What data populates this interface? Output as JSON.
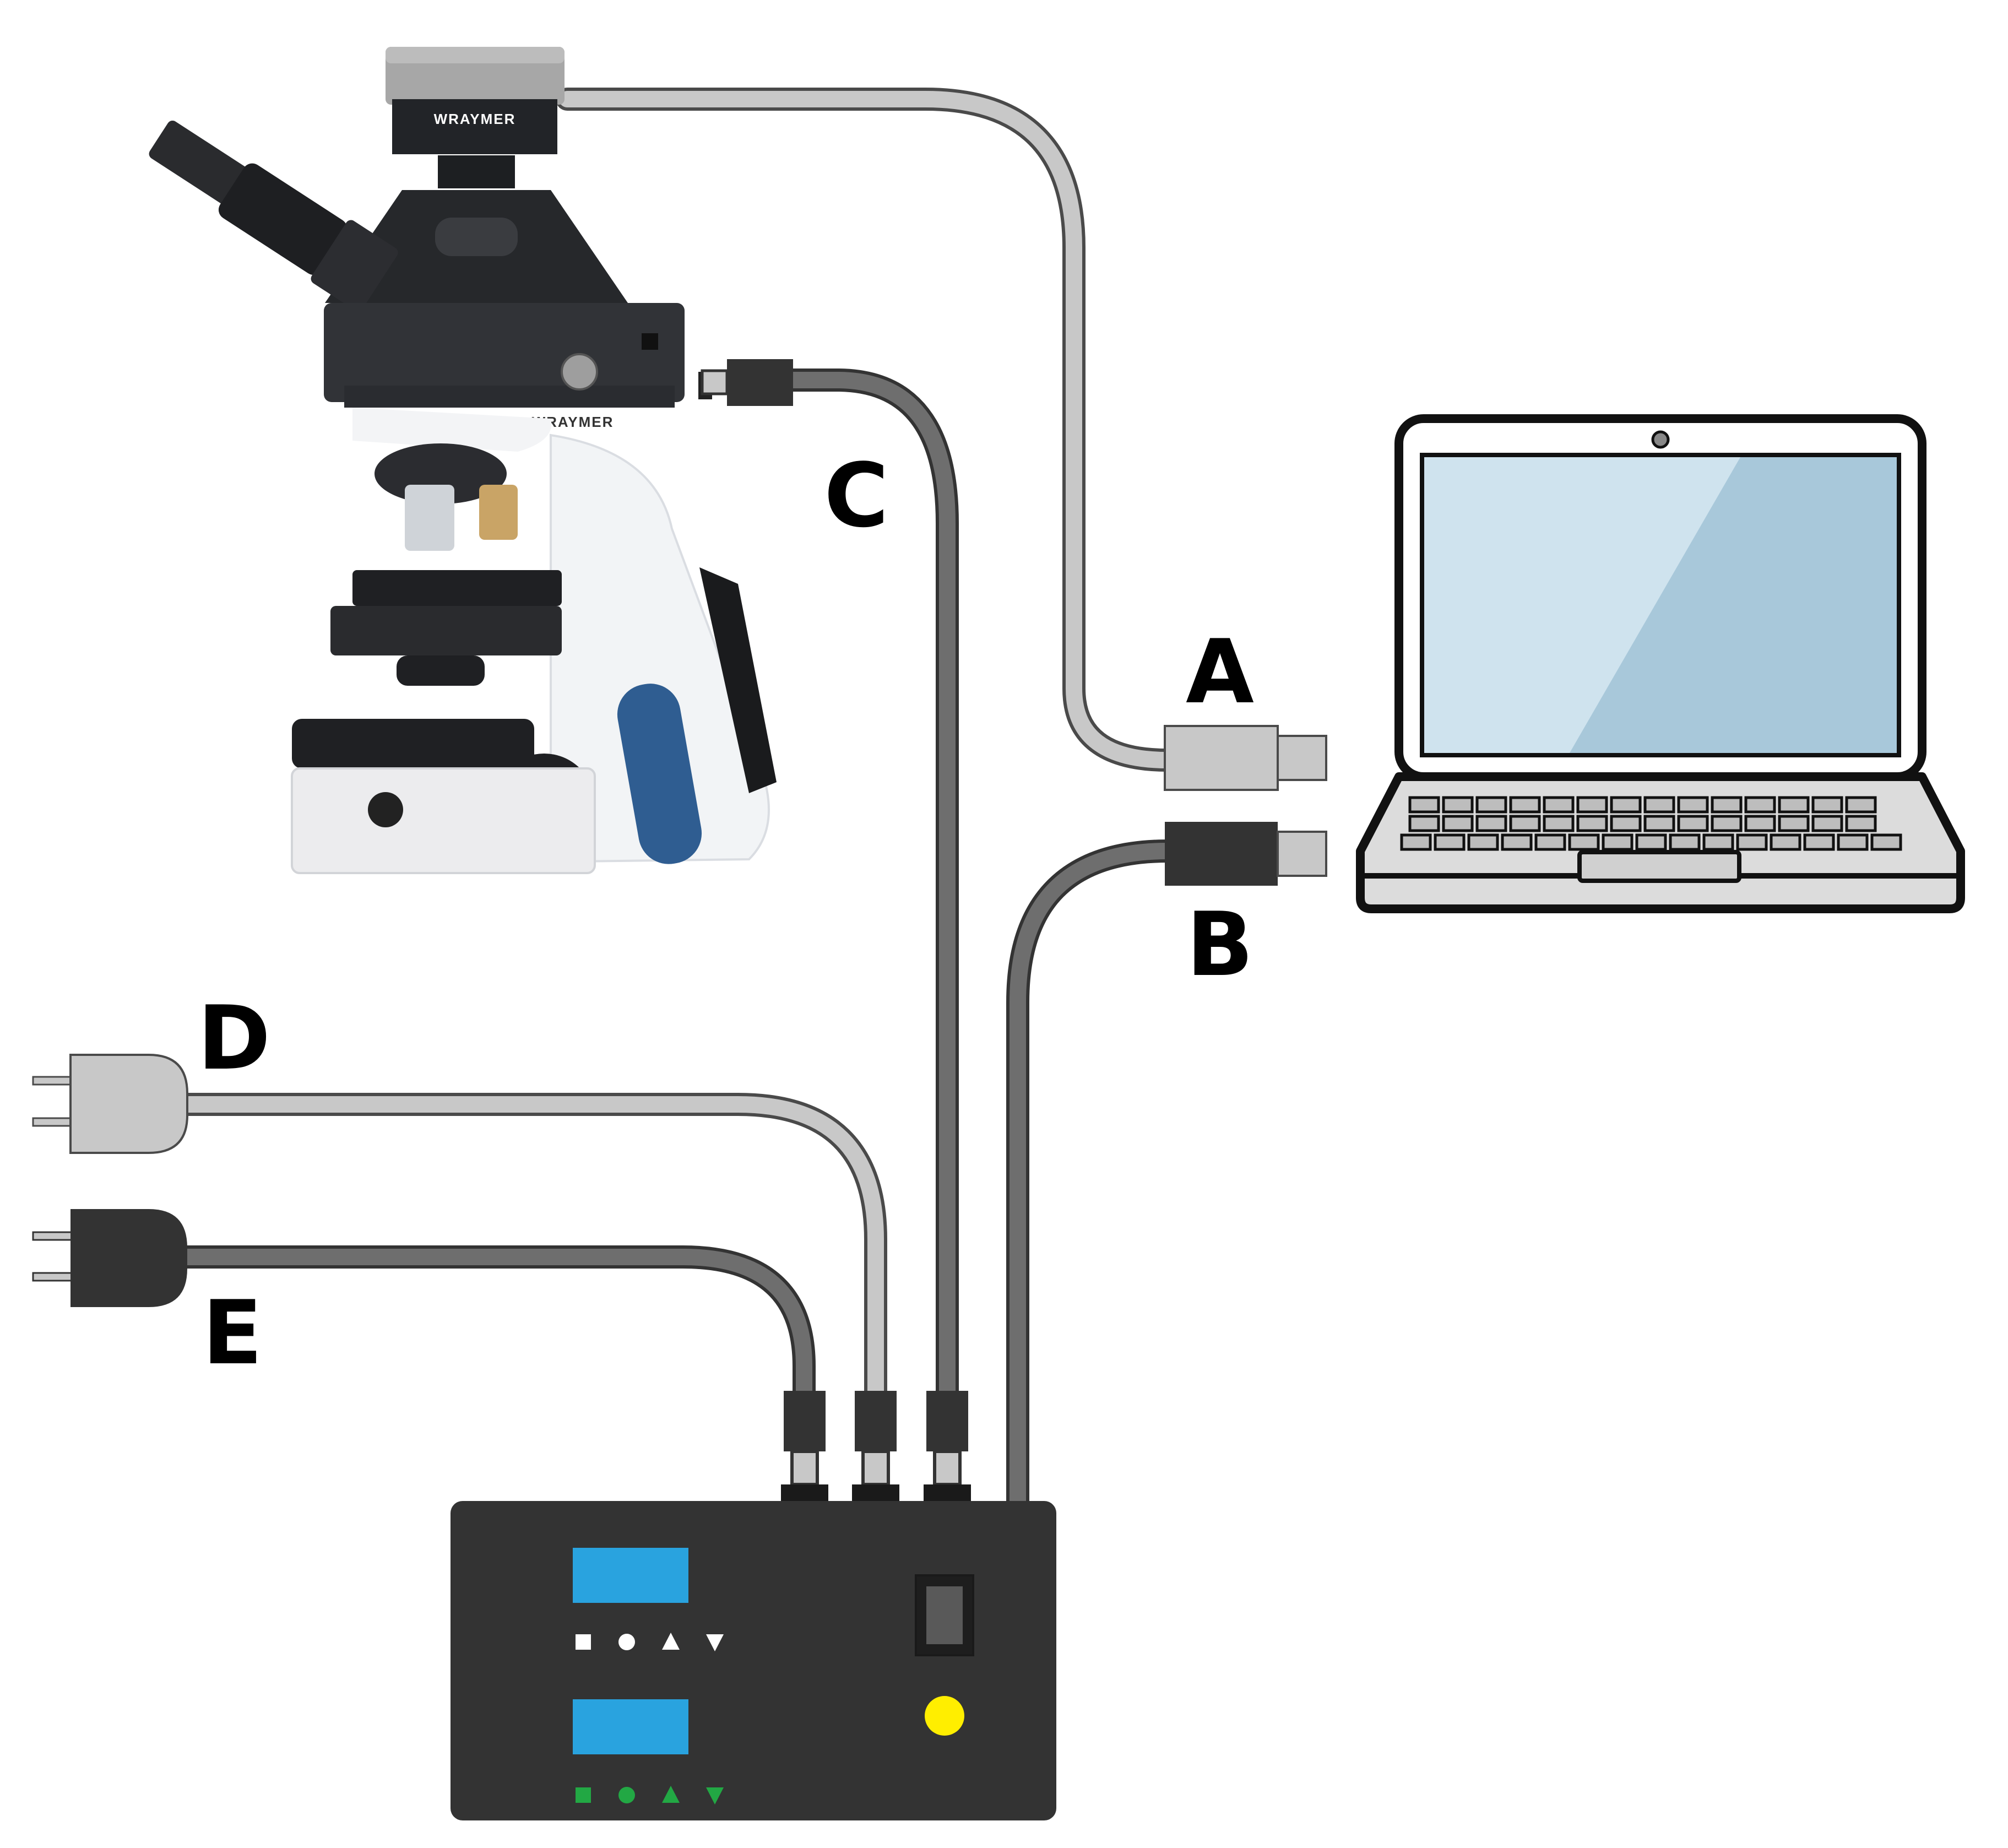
{
  "labels": {
    "a": "A",
    "b": "B",
    "c": "C",
    "d": "D",
    "e": "E"
  },
  "brand": {
    "camera": "WRAYMER",
    "microscope": "WRAYMER"
  },
  "colors": {
    "cable_light": "#c8c8c8",
    "cable_mid": "#6e6e6e",
    "plug_dark": "#333333",
    "controller_body": "#333333",
    "display": "#29a3df",
    "indicator": "#ffee00",
    "green_buttons": "#22a844",
    "laptop_screen": "#cfe3ee"
  },
  "controller": {
    "top_buttons": [
      "square-icon",
      "circle-icon",
      "triangle-up-icon",
      "triangle-down-icon"
    ],
    "bottom_buttons": [
      "square-icon",
      "circle-icon",
      "triangle-up-icon",
      "triangle-down-icon"
    ]
  }
}
